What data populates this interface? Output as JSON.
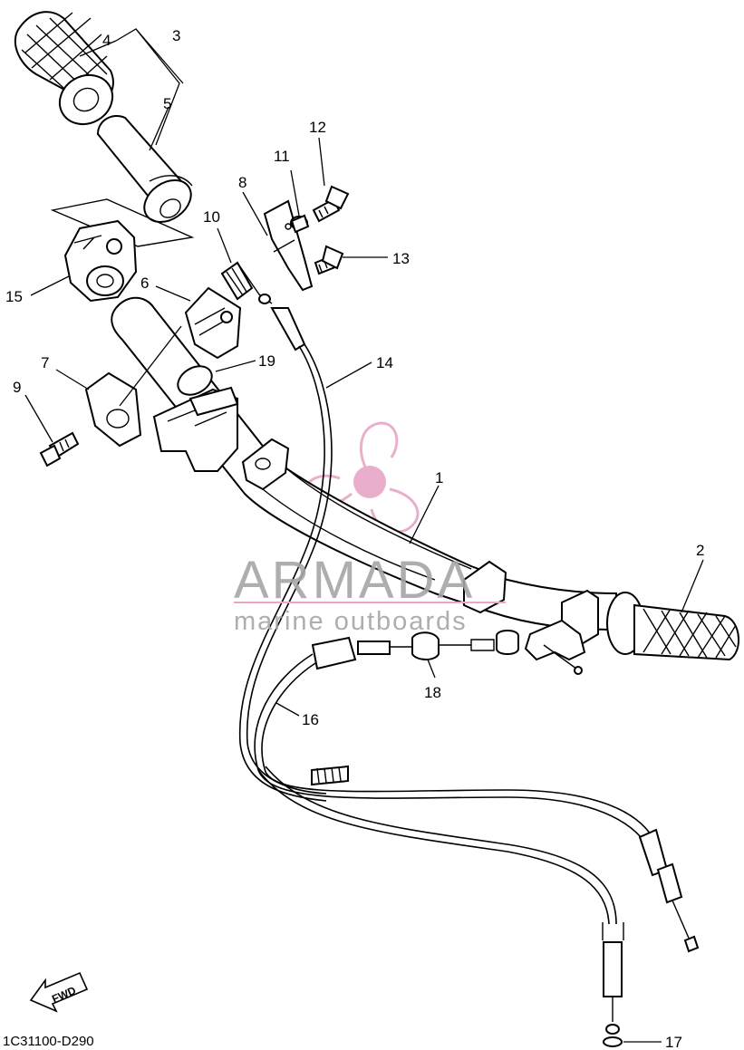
{
  "callouts": [
    "1",
    "2",
    "3",
    "4",
    "5",
    "6",
    "7",
    "8",
    "9",
    "10",
    "11",
    "12",
    "13",
    "14",
    "15",
    "16",
    "17",
    "18",
    "19"
  ],
  "diagram_code": "1C31100-D290",
  "direction_label": "FWD",
  "watermark": {
    "brand": "ARMADA",
    "tagline": "marine outboards",
    "brand_color": "#a6a6a6",
    "logo_color": "#e8a6c8"
  }
}
